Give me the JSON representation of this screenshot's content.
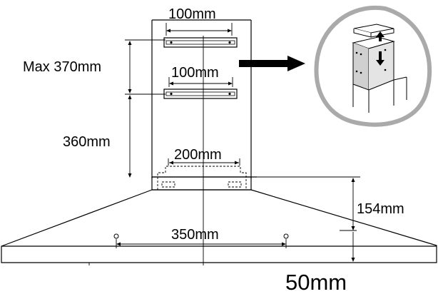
{
  "labels": {
    "top_width": "100mm",
    "max_height": "Max 370mm",
    "mid_width": "100mm",
    "chimney_height": "360mm",
    "canopy_width": "200mm",
    "canopy_height": "154mm",
    "hole_spacing": "350mm",
    "bottom_offset": "50mm"
  },
  "icons": {
    "direction_arrow": "right-arrow-icon",
    "detail_view": "chimney-bracket-detail-icon"
  }
}
